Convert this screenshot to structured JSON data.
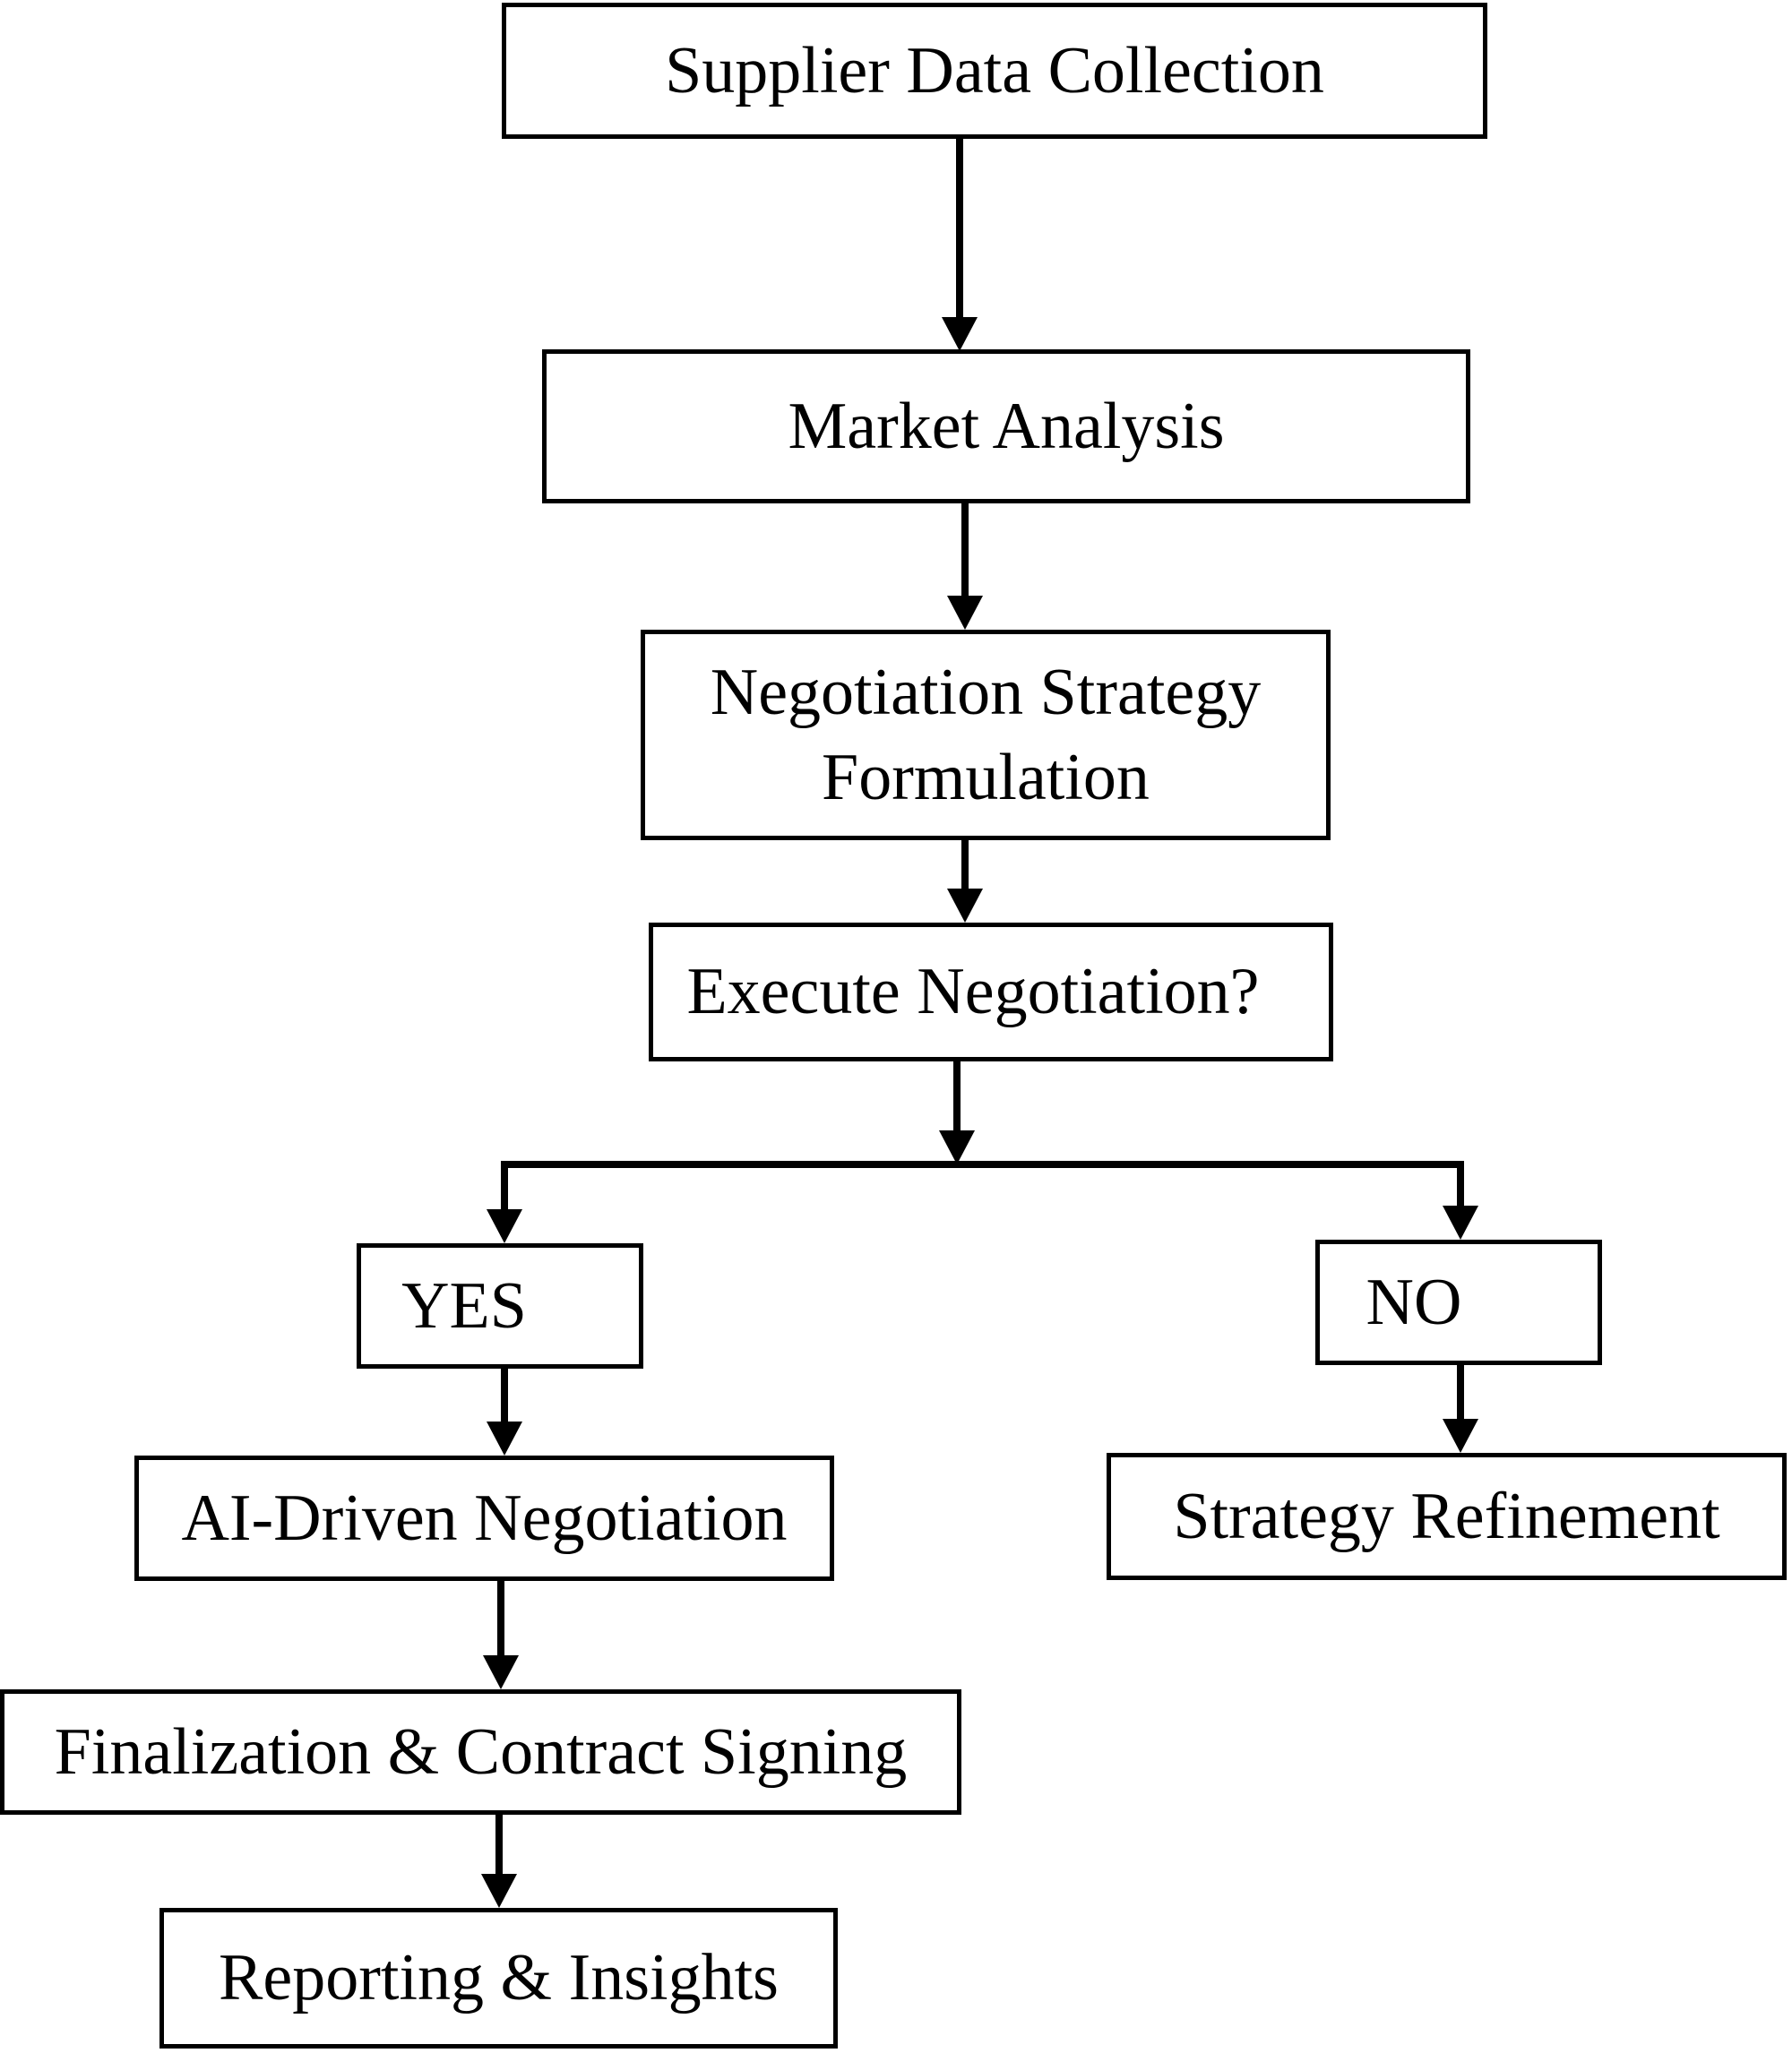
{
  "diagram": {
    "type": "flowchart",
    "background_color": "#ffffff",
    "line_color": "#000000",
    "box_fill_color": "#ffffff",
    "nodes": {
      "supplier": {
        "label": "Supplier Data Collection"
      },
      "market": {
        "label": "Market Analysis"
      },
      "strategy_formulation": {
        "label": "Negotiation Strategy Formulation"
      },
      "execute": {
        "label": "Execute Negotiation?"
      },
      "yes": {
        "label": "YES"
      },
      "no": {
        "label": "NO"
      },
      "ai_negotiation": {
        "label": "AI-Driven Negotiation"
      },
      "strategy_refinement": {
        "label": "Strategy Refinement"
      },
      "finalization": {
        "label": "Finalization & Contract Signing"
      },
      "reporting": {
        "label": "Reporting & Insights"
      }
    },
    "edges": [
      {
        "from": "Supplier Data Collection",
        "to": "Market Analysis"
      },
      {
        "from": "Market Analysis",
        "to": "Negotiation Strategy Formulation"
      },
      {
        "from": "Negotiation Strategy Formulation",
        "to": "Execute Negotiation?"
      },
      {
        "from": "Execute Negotiation?",
        "to": "YES"
      },
      {
        "from": "Execute Negotiation?",
        "to": "NO"
      },
      {
        "from": "YES",
        "to": "AI-Driven Negotiation"
      },
      {
        "from": "NO",
        "to": "Strategy Refinement"
      },
      {
        "from": "AI-Driven Negotiation",
        "to": "Finalization & Contract Signing"
      },
      {
        "from": "Finalization & Contract Signing",
        "to": "Reporting & Insights"
      }
    ]
  }
}
